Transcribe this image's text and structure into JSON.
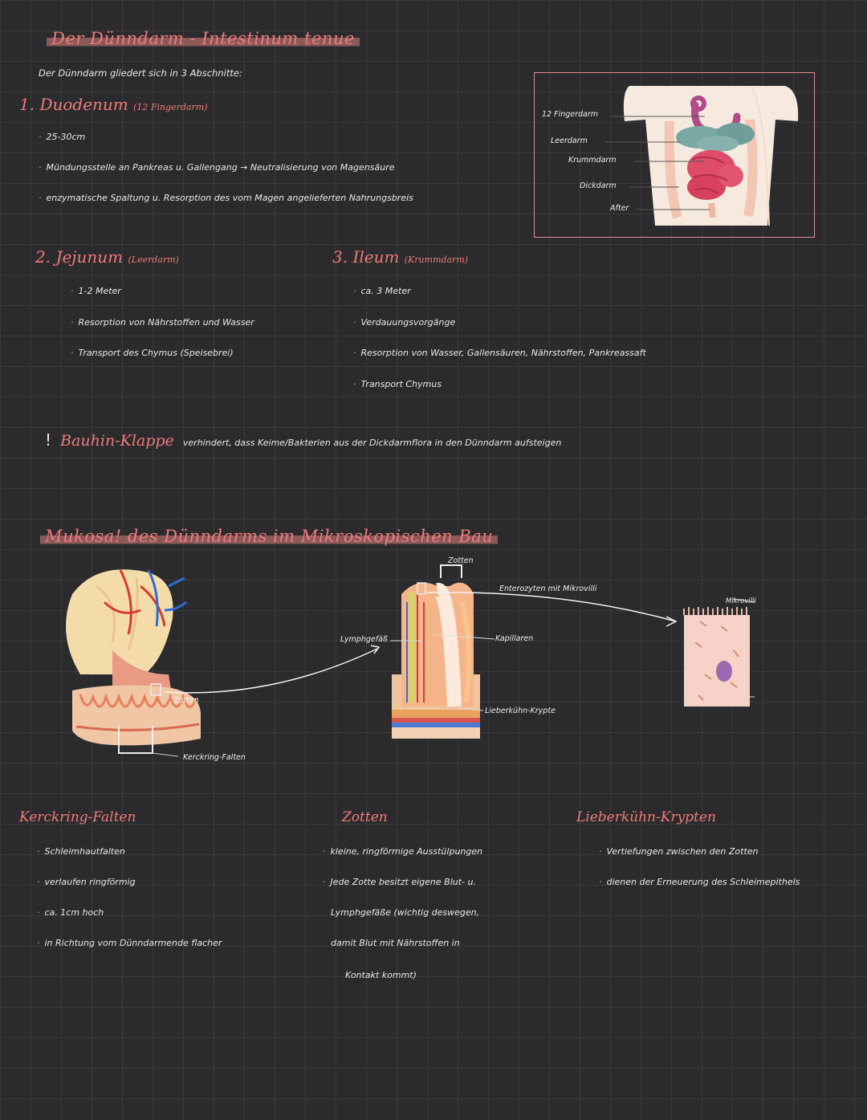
{
  "title": "Der Dünndarm - Intestinum tenue",
  "intro": "Der Dünndarm gliedert sich in 3 Abschnitte:",
  "duodenum": {
    "heading": "1. Duodenum",
    "sub": "(12 Fingerdarm)",
    "points": [
      "25-30cm",
      "Mündungsstelle an Pankreas u. Gallengang → Neutralisierung von Magensäure",
      "enzymatische Spaltung u. Resorption des vom Magen angelieferten Nahrungsbreis"
    ]
  },
  "figure_top": {
    "labels": [
      "12 Fingerdarm",
      "Leerdarm",
      "Krummdarm",
      "Dickdarm",
      "After"
    ]
  },
  "jejunum": {
    "heading": "2. Jejunum",
    "sub": "(Leerdarm)",
    "points": [
      "1-2 Meter",
      "Resorption von Nährstoffen und Wasser",
      "Transport des Chymus (Speisebrei)"
    ]
  },
  "ileum": {
    "heading": "3. Ileum",
    "sub": "(Krummdarm)",
    "points": [
      "ca. 3 Meter",
      "Verdauungsvorgänge",
      "Resorption von Wasser, Gallensäuren, Nährstoffen, Pankreassaft",
      "Transport Chymus"
    ]
  },
  "bauhin": {
    "mark": "!",
    "heading": "Bauhin-Klappe",
    "text": "verhindert, dass Keime/Bakterien aus der Dickdarmflora in den Dünndarm aufsteigen"
  },
  "mukosa_title": "Mukosa! des Dünndarms im Mikroskopischen Bau",
  "figure_bottom": {
    "labels": {
      "zotten_a": "Zotten",
      "kerckring": "Kerckring-Falten",
      "zotten_b": "Zotten",
      "lymph": "Lymphgefäß",
      "enterozyten": "Enterozyten mit Mikrovilli",
      "kapillaren": "Kapillaren",
      "lieberkuehn": "Lieberkühn-Krypte",
      "mikrovilli": "Mikrovilli"
    }
  },
  "kerckring": {
    "heading": "Kerckring-Falten",
    "points": [
      "Schleimhautfalten",
      "verlaufen ringförmig",
      "ca. 1cm hoch",
      "in Richtung vom Dünndarmende flacher"
    ]
  },
  "zotten": {
    "heading": "Zotten",
    "lines": [
      "kleine, ringförmige Ausstülpungen",
      "Jede Zotte besitzt eigene Blut- u.",
      "Lymphgefäße (wichtig deswegen,",
      "damit Blut mit Nährstoffen in",
      "Kontakt kommt)"
    ]
  },
  "lieberkuehn": {
    "heading": "Lieberkühn-Krypten",
    "points": [
      "Vertiefungen zwischen den Zotten",
      "dienen der Erneuerung des Schleimepithels"
    ]
  },
  "colors": {
    "accent": "#f07a7a",
    "background": "#2b2b2d",
    "grid": "#3a3a3d"
  }
}
